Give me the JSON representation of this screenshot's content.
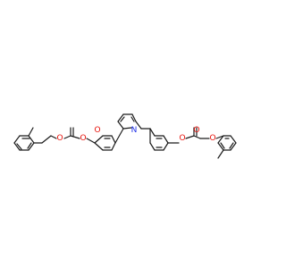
{
  "molecule": {
    "atom_labels": {
      "ring_oxygen_left": "O",
      "ester_oxygen_left": "O",
      "carbonyl_oxygen_left": "O",
      "pyridine_nitrogen": "N",
      "ester_oxygen_right": "O",
      "carbonyl_oxygen_right": "O",
      "ring_oxygen_right": "O"
    },
    "colors": {
      "bond": "#1a1a1a",
      "oxygen": "#e8120b",
      "nitrogen": "#1f30e8"
    }
  }
}
